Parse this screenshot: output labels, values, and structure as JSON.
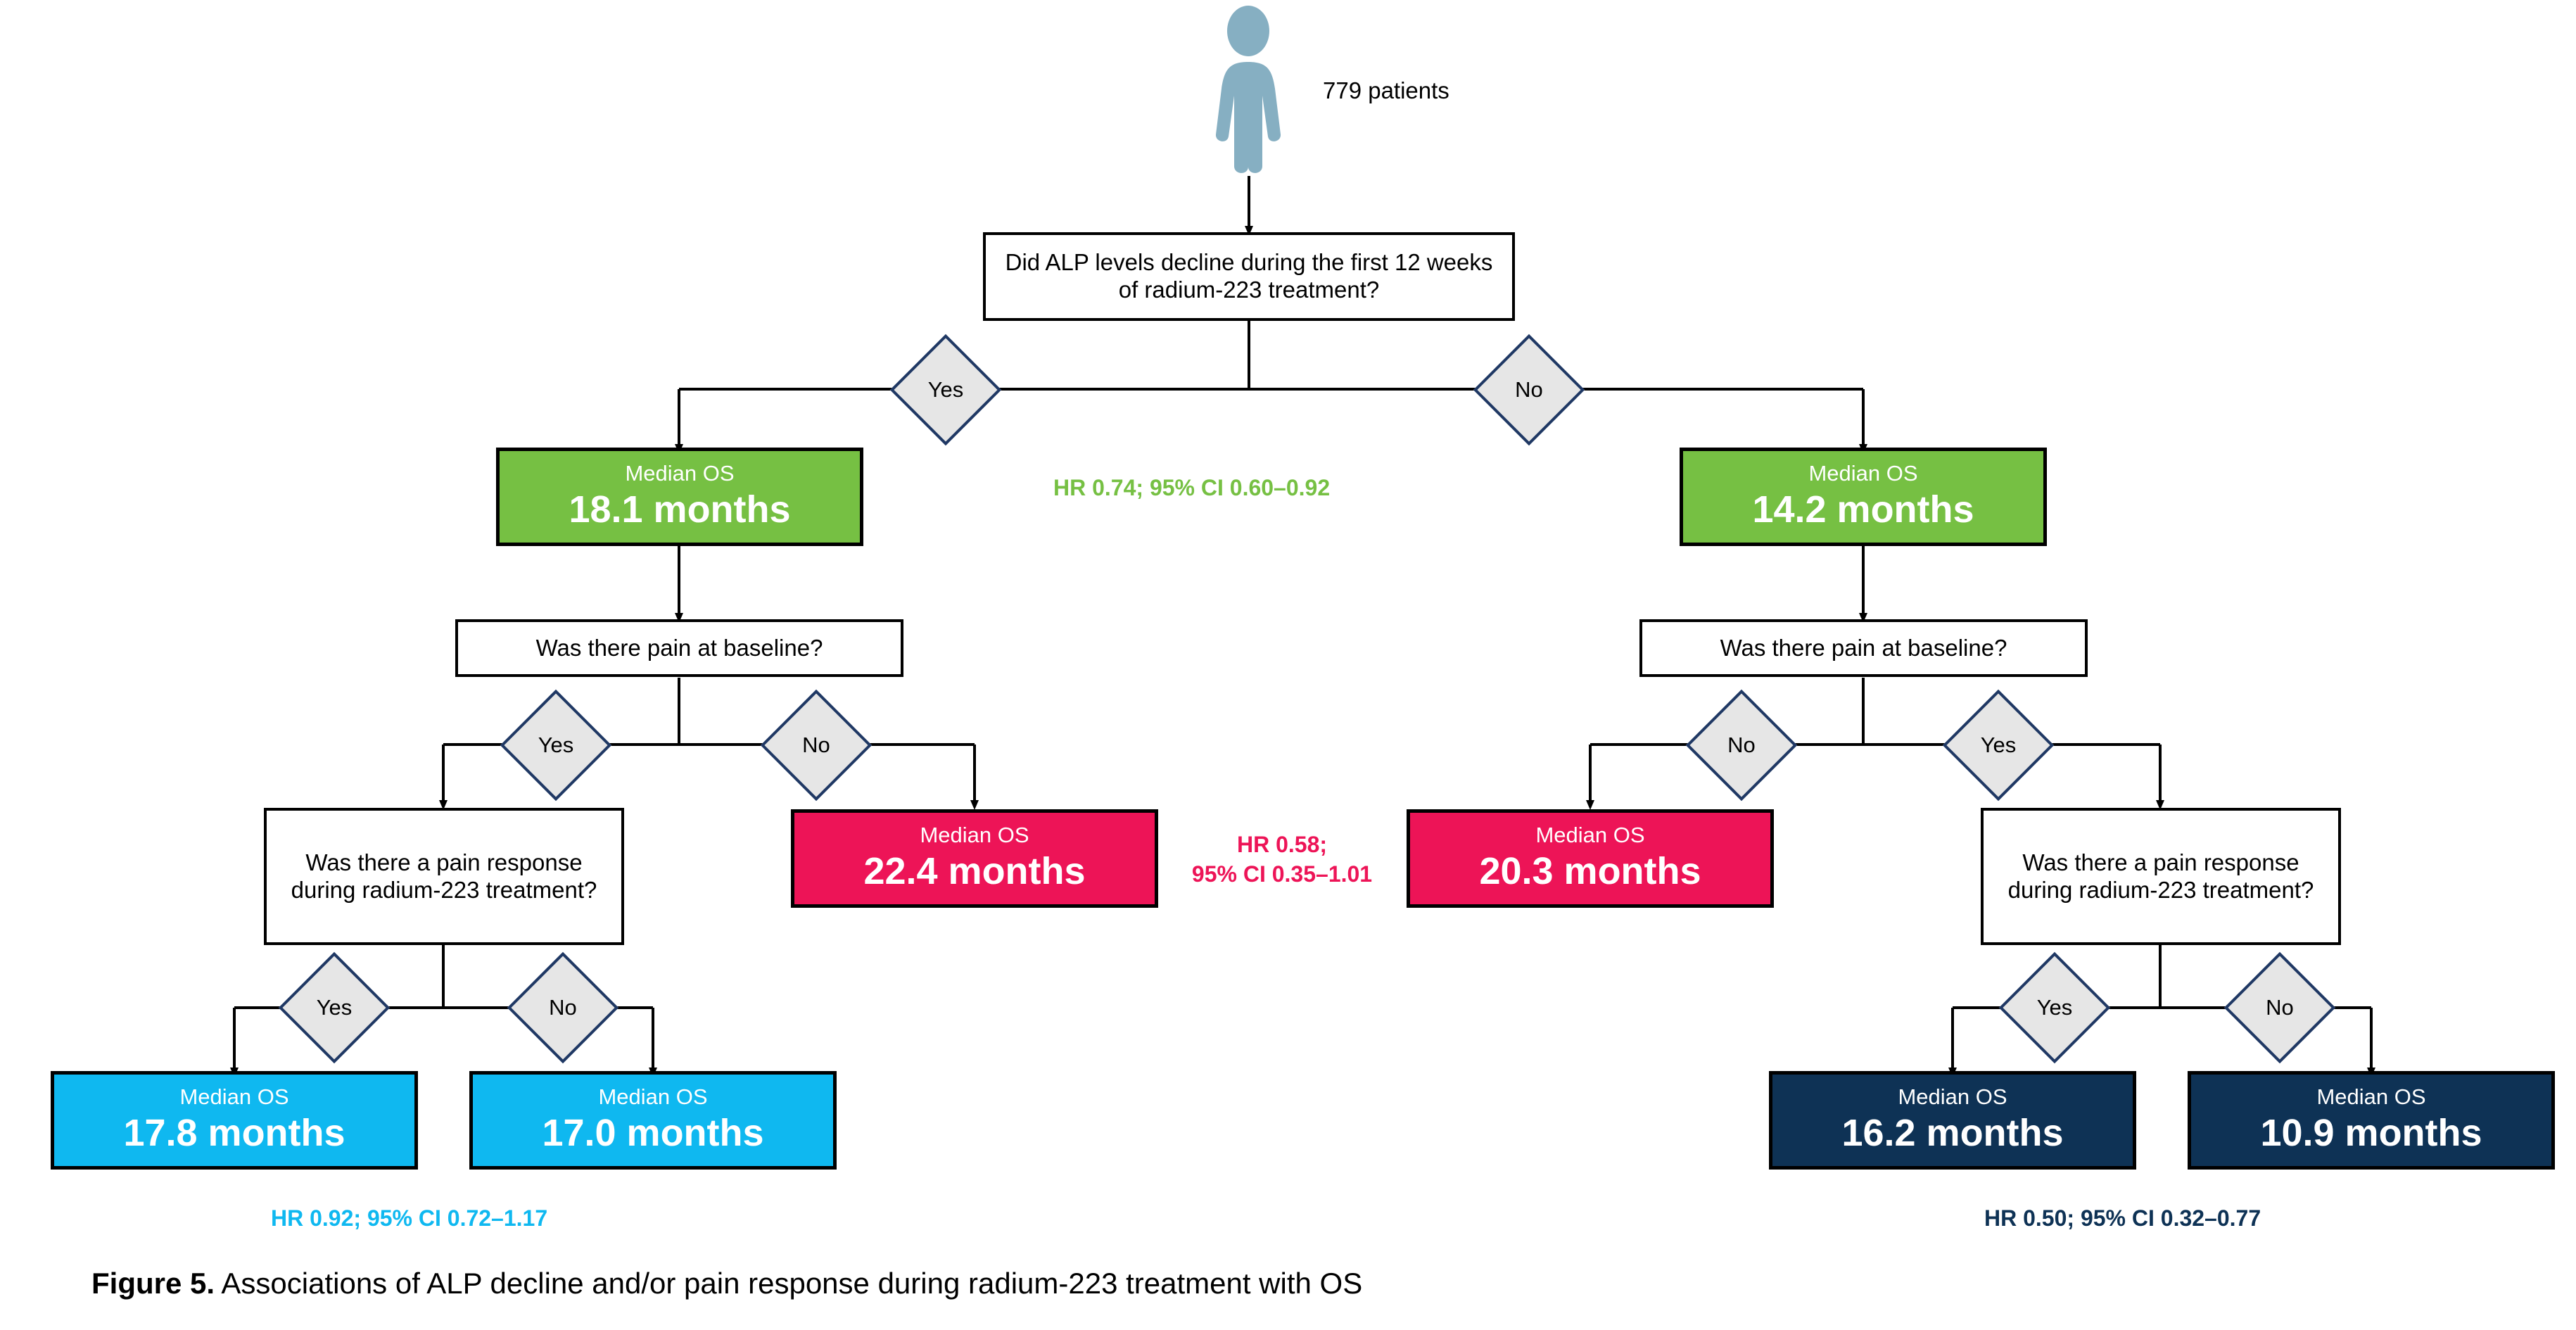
{
  "figure": {
    "caption_bold": "Figure 5.",
    "caption_rest": " Associations of ALP decline and/or pain response during radium-223 treatment with OS"
  },
  "root": {
    "icon": "person-icon",
    "patients_label": "779 patients",
    "question": "Did ALP levels decline during the first 12 weeks of radium-223 treatment?"
  },
  "branch_labels": {
    "yes": "Yes",
    "no": "No"
  },
  "colors": {
    "green": "#76C043",
    "pink": "#ED1457",
    "cyan": "#0FB8F0",
    "navy": "#0E3255",
    "diamond_fill": "#E6E6E6",
    "diamond_stroke": "#1F3864",
    "box_stroke": "#000000"
  },
  "nodes": {
    "os_label": "Median OS",
    "alp_yes": {
      "label": "Median OS",
      "value": "18.1 months",
      "color": "green"
    },
    "alp_no": {
      "label": "Median OS",
      "value": "14.2 months",
      "color": "green"
    },
    "left_pain_q": "Was there pain at baseline?",
    "right_pain_q": "Was there pain at baseline?",
    "left_no_pain": {
      "label": "Median OS",
      "value": "22.4 months",
      "color": "pink"
    },
    "right_no_pain": {
      "label": "Median OS",
      "value": "20.3 months",
      "color": "pink"
    },
    "left_response_q": "Was there a pain response during radium-223 treatment?",
    "right_response_q": "Was there a pain response during radium-223 treatment?",
    "left_resp_yes": {
      "label": "Median OS",
      "value": "17.8 months",
      "color": "cyan"
    },
    "left_resp_no": {
      "label": "Median OS",
      "value": "17.0 months",
      "color": "cyan"
    },
    "right_resp_yes": {
      "label": "Median OS",
      "value": "16.2 months",
      "color": "navy"
    },
    "right_resp_no": {
      "label": "Median OS",
      "value": "10.9 months",
      "color": "navy"
    }
  },
  "hazard_ratios": {
    "alp": {
      "text": "HR 0.74; 95% CI 0.60–0.92",
      "color": "green"
    },
    "pain_line1": "HR 0.58;",
    "pain_line2": "95% CI 0.35–1.01",
    "pain_color": "pink",
    "left_resp": {
      "text": "HR 0.92; 95% CI 0.72–1.17",
      "color": "cyan"
    },
    "right_resp": {
      "text": "HR 0.50; 95% CI 0.32–0.77",
      "color": "navy"
    }
  },
  "chart_data": {
    "type": "table",
    "title": "Associations of ALP decline and/or pain response during radium-223 treatment with OS",
    "total_patients": 779,
    "rows": [
      {
        "path": "ALP decline = Yes",
        "median_os_months": 18.1,
        "color": "green"
      },
      {
        "path": "ALP decline = No",
        "median_os_months": 14.2,
        "color": "green"
      },
      {
        "path": "ALP decline = Yes / pain at baseline = No",
        "median_os_months": 22.4,
        "color": "pink"
      },
      {
        "path": "ALP decline = No / pain at baseline = No",
        "median_os_months": 20.3,
        "color": "pink"
      },
      {
        "path": "ALP decline = Yes / pain at baseline = Yes / pain response = Yes",
        "median_os_months": 17.8,
        "color": "cyan"
      },
      {
        "path": "ALP decline = Yes / pain at baseline = Yes / pain response = No",
        "median_os_months": 17.0,
        "color": "cyan"
      },
      {
        "path": "ALP decline = No / pain at baseline = Yes / pain response = Yes",
        "median_os_months": 16.2,
        "color": "navy"
      },
      {
        "path": "ALP decline = No / pain at baseline = Yes / pain response = No",
        "median_os_months": 10.9,
        "color": "navy"
      }
    ],
    "comparisons": [
      {
        "label": "HR 0.74; 95% CI 0.60–0.92",
        "hr": 0.74,
        "ci_low": 0.6,
        "ci_high": 0.92,
        "compares": [
          "18.1 months",
          "14.2 months"
        ]
      },
      {
        "label": "HR 0.58; 95% CI 0.35–1.01",
        "hr": 0.58,
        "ci_low": 0.35,
        "ci_high": 1.01,
        "compares": [
          "22.4 months",
          "20.3 months"
        ]
      },
      {
        "label": "HR 0.92; 95% CI 0.72–1.17",
        "hr": 0.92,
        "ci_low": 0.72,
        "ci_high": 1.17,
        "compares": [
          "17.8 months",
          "17.0 months"
        ]
      },
      {
        "label": "HR 0.50; 95% CI 0.32–0.77",
        "hr": 0.5,
        "ci_low": 0.32,
        "ci_high": 0.77,
        "compares": [
          "16.2 months",
          "10.9 months"
        ]
      }
    ]
  }
}
